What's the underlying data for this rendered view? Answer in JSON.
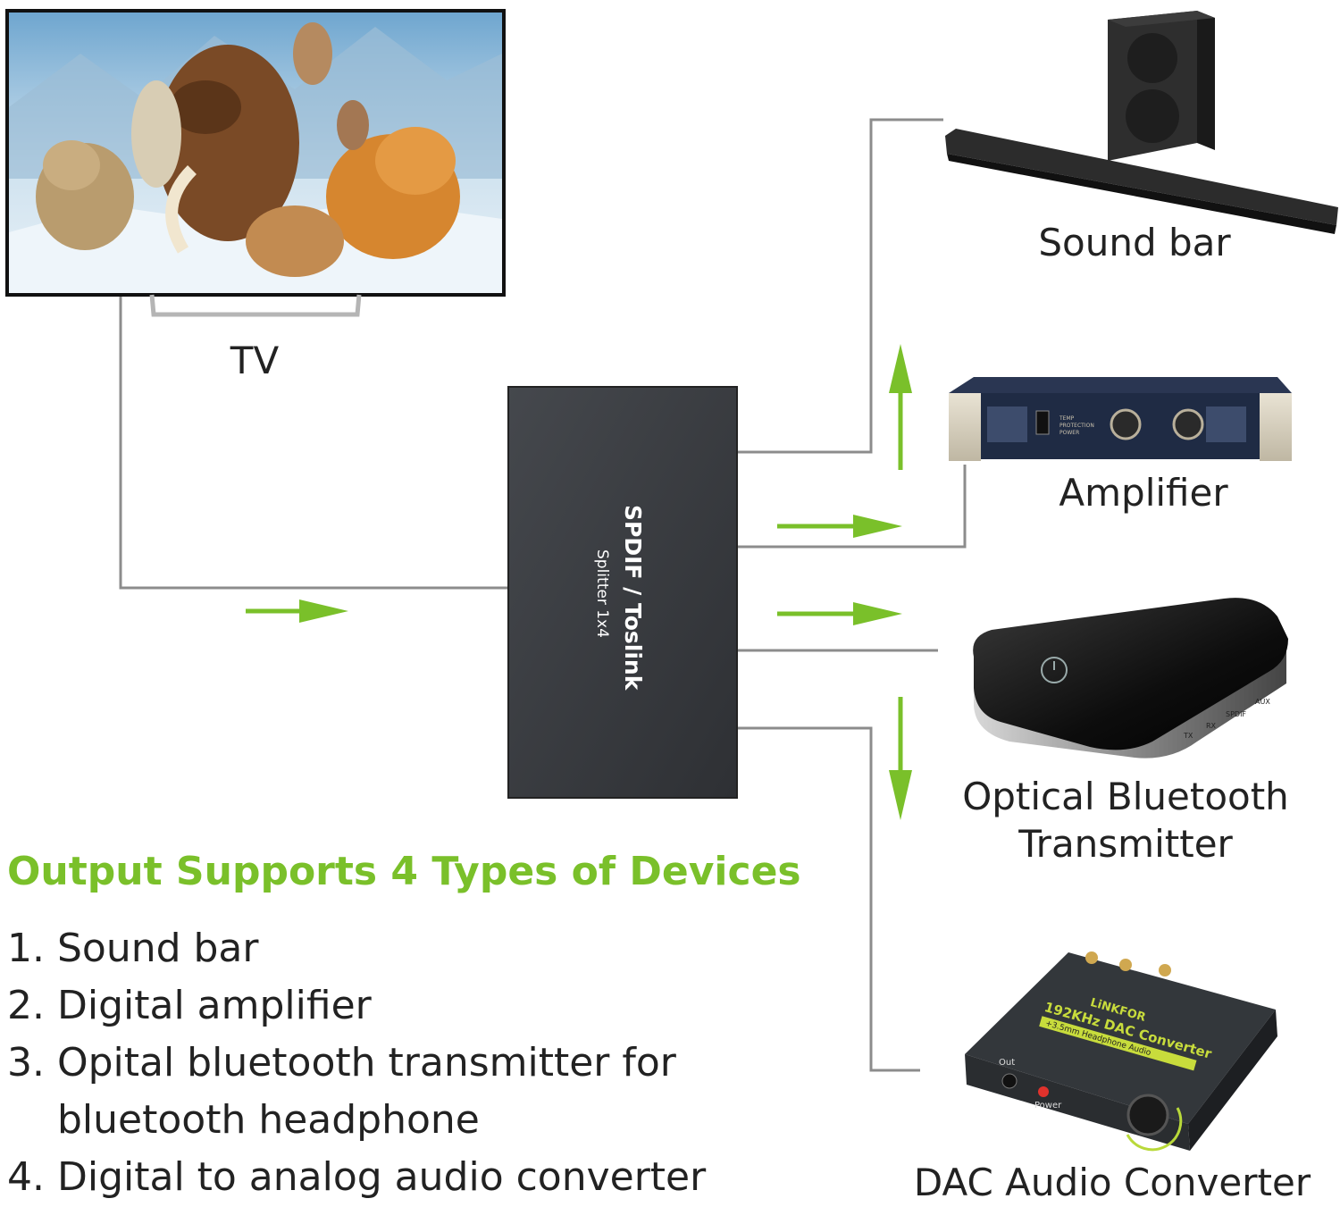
{
  "devices": {
    "tv": "TV",
    "sound_bar": "Sound bar",
    "amplifier": "Amplifier",
    "bluetooth_line1": "Optical Bluetooth",
    "bluetooth_line2": "Transmitter",
    "dac": "DAC Audio Converter"
  },
  "splitter": {
    "title": "SPDIF / Toslink",
    "subtitle": "Splitter 1x4"
  },
  "dac_box": {
    "brand": "LiNKFOR",
    "model": "192KHz DAC Converter",
    "sub": "+3.5mm Headphone Audio",
    "out_label": "Out",
    "power_label": "Power"
  },
  "bt_box": {
    "buttons": [
      "TX",
      "RX",
      "SPDIF",
      "AUX"
    ]
  },
  "amp_panel": {
    "labels": [
      "TEMP",
      "PROTECTION",
      "POWER"
    ]
  },
  "outputs": {
    "heading": "Output Supports 4 Types of Devices",
    "items": [
      "1. Sound bar",
      "2. Digital amplifier",
      "3. Opital bluetooth transmitter for",
      "bluetooth headphone",
      "4. Digital to analog audio converter"
    ]
  },
  "colors": {
    "arrow": "#7ac02a",
    "line": "#8c8c8c",
    "box": "#3a3d42",
    "heading": "#7ac02a"
  }
}
